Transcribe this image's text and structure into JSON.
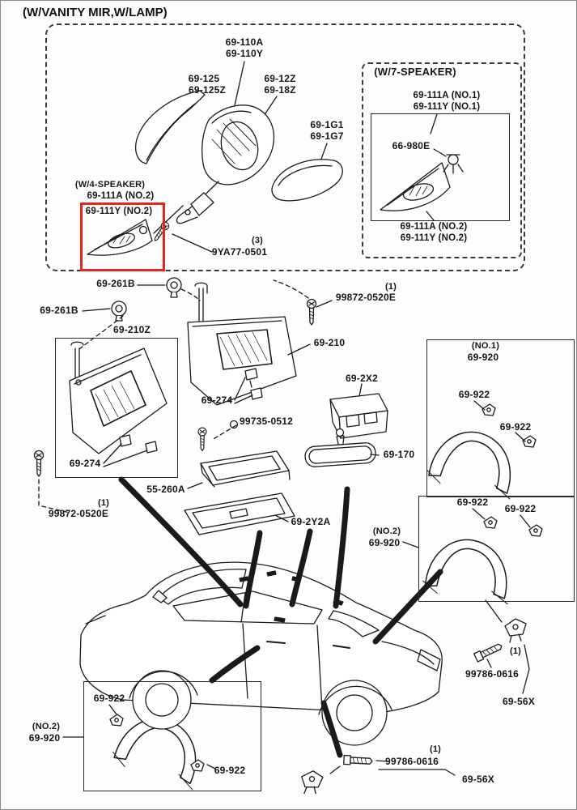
{
  "title": "(W/VANITY MIR,W/LAMP)",
  "colors": {
    "highlight_box": "#e8241c",
    "line_art": "#1a1a1a"
  },
  "mirror_group": {
    "set_upper": "69-110A",
    "set_lower": "69-110Y",
    "cover": "69-125",
    "cover_alt": "69-125Z",
    "mirror": "69-12Z",
    "mirror_alt": "69-18Z",
    "glass": "69-1G1",
    "glass_alt": "69-1G7",
    "header_7speaker": "(W/7-SPEAKER)",
    "s7_bracket_no1_a": "69-111A (NO.1)",
    "s7_bracket_no1_y": "69-111Y (NO.1)",
    "s7_clip": "66-980E",
    "s7_bracket_no2_a": "69-111A (NO.2)",
    "s7_bracket_no2_y": "69-111Y (NO.2)",
    "header_4speaker": "(W/4-SPEAKER)",
    "s4_bracket_a": "69-111A (NO.2)",
    "s4_bracket_y": "69-111Y (NO.2)",
    "screw_qty": "(3)",
    "screw": "9YA77-0501"
  },
  "visor_group": {
    "holder_a": "69-261B",
    "holder_b": "69-261B",
    "visor_main": "69-210",
    "visor_alt": "69-210Z",
    "clip_center": "69-274",
    "clip_left": "69-274",
    "screw_top_qty": "(1)",
    "screw_top": "99872-0520E",
    "screw_left_qty": "(1)",
    "screw_left": "99872-0520E"
  },
  "console_group": {
    "maplamp": "69-2X2",
    "rearview_mirror": "69-170",
    "holder_frame": "55-260A",
    "holder_screw": "99735-0512",
    "console_box": "69-2Y2A"
  },
  "grip_group": {
    "no1_tag": "(NO.1)",
    "no1_grip": "69-920",
    "no1_clip_a": "69-922",
    "no1_clip_b": "69-922",
    "no2r_clip_a": "69-922",
    "no2r_clip_b": "69-922",
    "no2r_tag": "(NO.2)",
    "no2r_grip": "69-920",
    "bl_clip_a": "69-922",
    "bl_tag": "(NO.2)",
    "bl_grip": "69-920",
    "bl_clip_b": "69-922"
  },
  "fastener_group": {
    "bolt_right_qty": "(1)",
    "bolt_right": "99786-0616",
    "clip_right": "69-56X",
    "bolt_bottom_qty": "(1)",
    "bolt_bottom": "99786-0616",
    "clip_bottom": "69-56X"
  }
}
